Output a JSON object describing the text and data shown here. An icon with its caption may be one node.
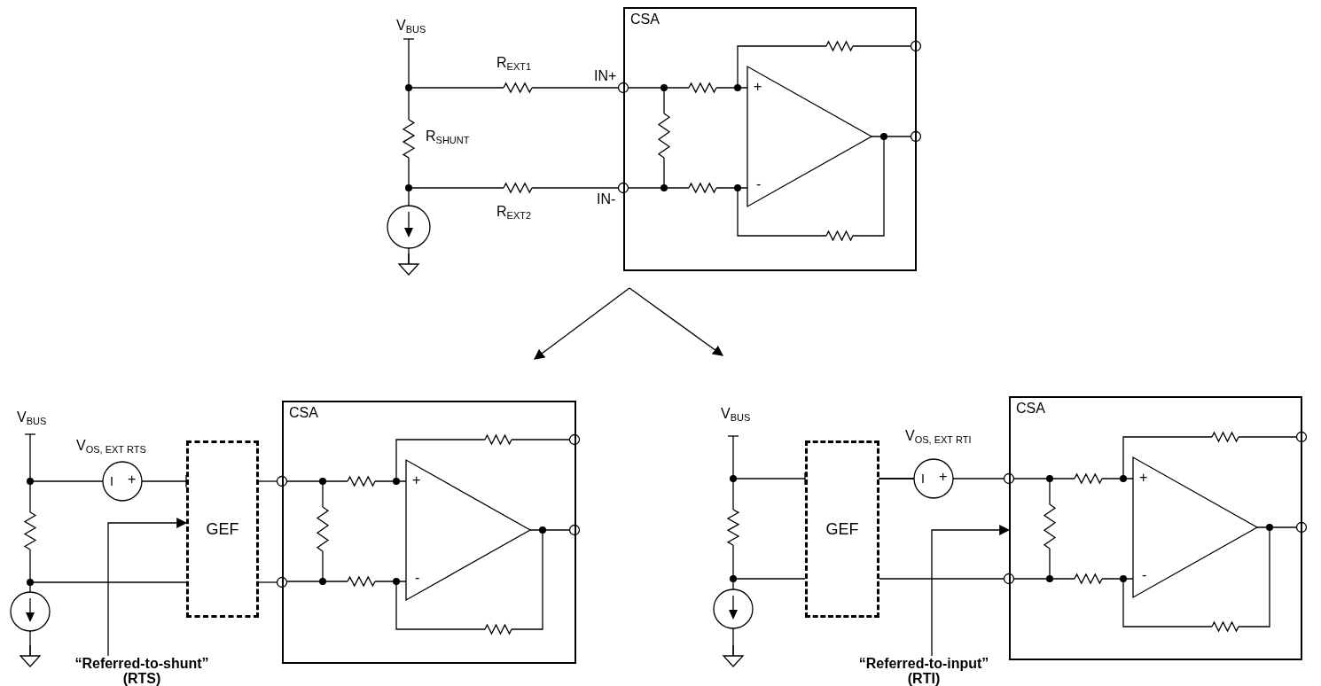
{
  "diagram": {
    "nodes": [
      {
        "text": [
          "CSA"
        ],
        "beside": [
          "IN+",
          "IN-"
        ]
      },
      {
        "text": [
          "CSA"
        ]
      },
      {
        "text": [
          "GEF"
        ]
      },
      {
        "text": [
          "“Referred-to-shunt” (RTS)"
        ]
      },
      {
        "text": [
          "CSA"
        ]
      },
      {
        "text": [
          "GEF"
        ]
      },
      {
        "text": [
          "“Referred-to-input” (RTI)"
        ]
      }
    ],
    "edges": [
      {
        "from": 3,
        "to": 2,
        "arrow": "to"
      },
      {
        "from": 6,
        "to": 4,
        "arrow": "to"
      },
      {
        "from": 2,
        "to": 1,
        "arrow": "other"
      },
      {
        "from": 2,
        "to": 1,
        "arrow": "other"
      },
      {
        "from": 5,
        "to": 4,
        "arrow": "other"
      },
      {
        "from": 5,
        "to": 4,
        "arrow": "other"
      }
    ],
    "labels": [
      "V$_{BUS}$",
      "R$_{EXT1}$",
      "R$_{SHUNT}$",
      "+",
      "-",
      "R$_{EXT2}$",
      "V$_{BUS}$",
      "V$_{OS, EXT RTS}$",
      "+",
      "+",
      "-",
      "V$_{BUS}$",
      "V$_{OS, EXT RTI}$",
      "+",
      "+",
      "-"
    ]
  }
}
